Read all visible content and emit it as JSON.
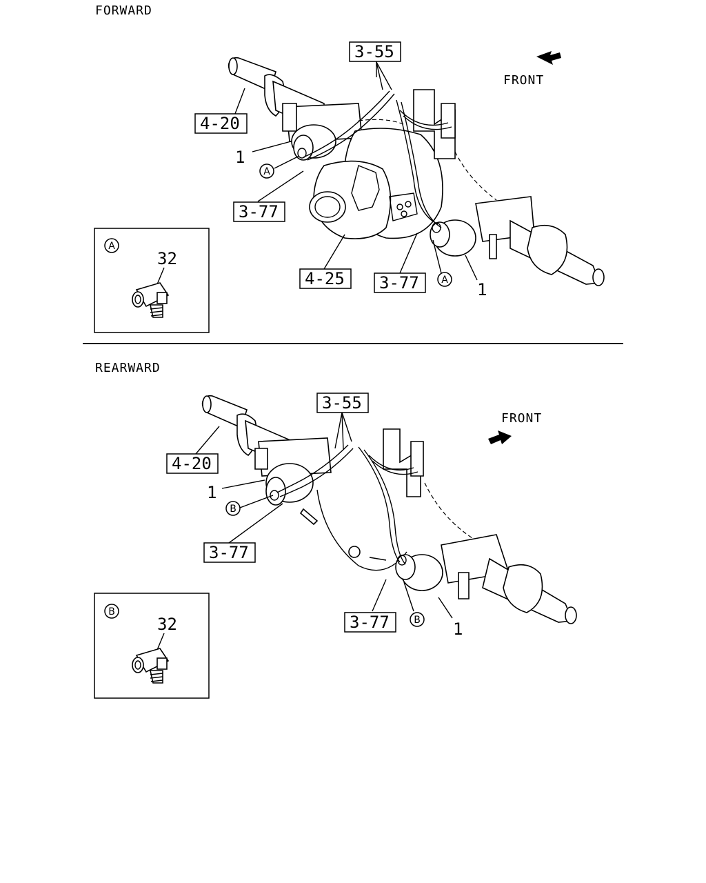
{
  "forward": {
    "section_title": "FORWARD",
    "front_label": "FRONT",
    "refs": {
      "r_4_20": "4-20",
      "r_3_55": "3-55",
      "r_3_77_left": "3-77",
      "r_4_25": "4-25",
      "r_3_77_bottom": "3-77"
    },
    "callouts": {
      "num_1_left": "1",
      "num_1_right": "1",
      "circle_a_left": "A",
      "circle_a_right": "A"
    },
    "detail": {
      "circle": "A",
      "part_number": "32"
    }
  },
  "rearward": {
    "section_title": "REARWARD",
    "front_label": "FRONT",
    "refs": {
      "r_4_20": "4-20",
      "r_3_55": "3-55",
      "r_3_77_left": "3-77",
      "r_3_77_bottom": "3-77"
    },
    "callouts": {
      "num_1_left": "1",
      "num_1_right": "1",
      "circle_b_left": "B",
      "circle_b_right": "B"
    },
    "detail": {
      "circle": "B",
      "part_number": "32"
    }
  }
}
